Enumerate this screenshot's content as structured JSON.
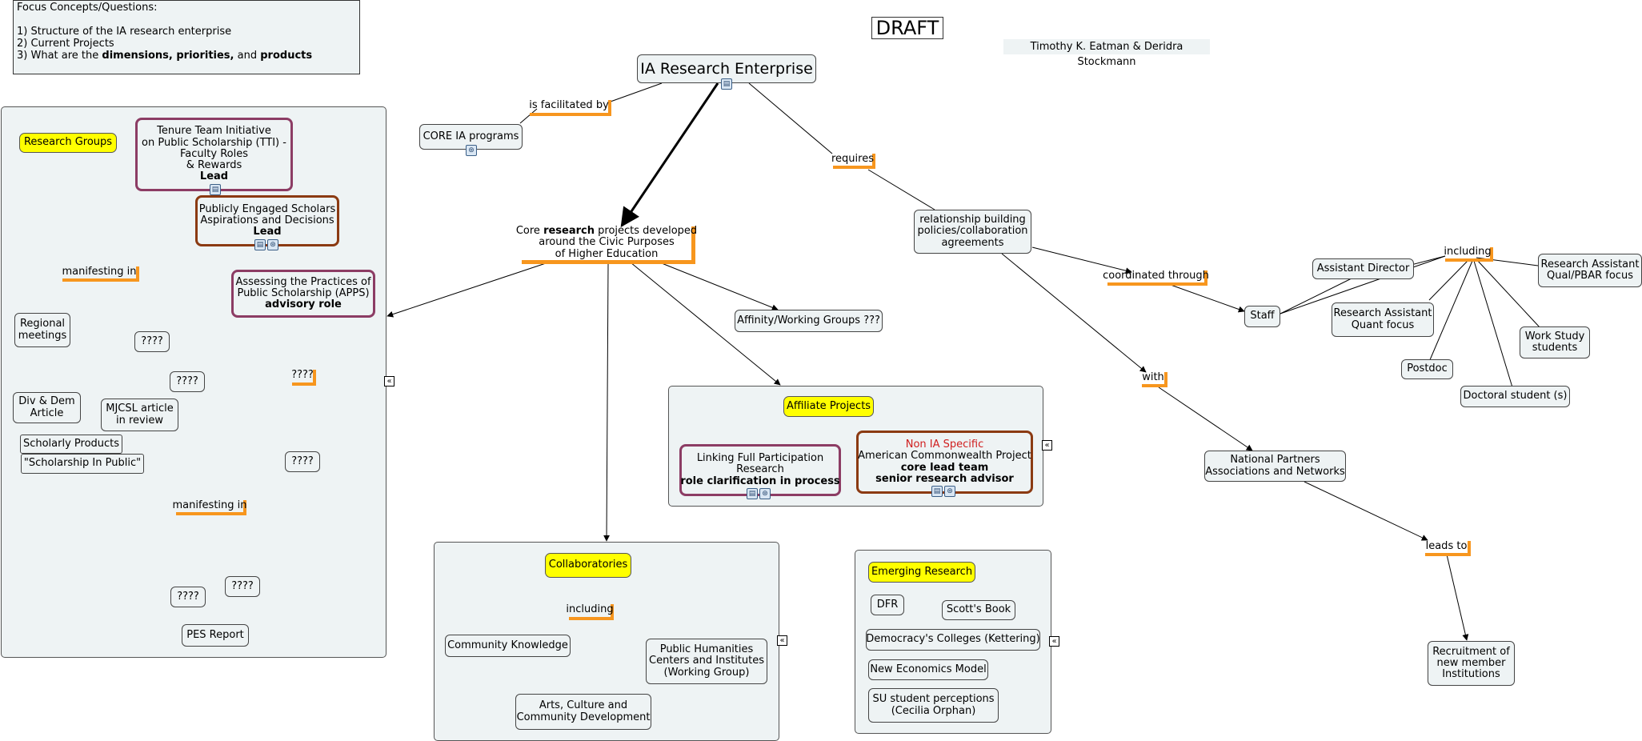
{
  "header": {
    "focus_title": "Focus Concepts/Questions:",
    "focus_q1": "1) Structure of the IA research enterprise",
    "focus_q2": "2) Current Projects",
    "focus_q3_pre": "3) What are the ",
    "focus_q3_b1": "dimensions, priorities,",
    "focus_q3_mid": " and ",
    "focus_q3_b2": "products",
    "draft": "DRAFT",
    "authors": "Timothy K. Eatman & Deridra Stockmann"
  },
  "central": {
    "root": "IA Research Enterprise",
    "facilitated": "is facilitated by",
    "core_programs": "CORE IA programs",
    "core_research_pre": "Core ",
    "core_research_b": "research",
    "core_research_post": " projects developed",
    "core_research_l2": "around the Civic Purposes",
    "core_research_l3": "of Higher Education",
    "affinity": "Affinity/Working Groups ???",
    "requires": "requires",
    "relationship_l1": "relationship building",
    "relationship_l2": "policies/collaboration",
    "relationship_l3": "agreements"
  },
  "research_groups": {
    "title": "Research Groups",
    "tti_l1": "Tenure Team Initiative",
    "tti_l2": "on Public Scholarship (TTI) -",
    "tti_l3": "Faculty Roles",
    "tti_l4": "& Rewards",
    "tti_l5": "Lead",
    "pes_l1": "Publicly Engaged Scholars",
    "pes_l2": "Aspirations and Decisions",
    "pes_l3": "Lead",
    "apps_l1": "Assessing the Practices of",
    "apps_l2": "Public Scholarship (APPS)",
    "apps_l3": "advisory role",
    "manifesting1": "manifesting in",
    "regional_l1": "Regional",
    "regional_l2": "meetings",
    "q_a": "????",
    "q_b": "????",
    "divdem_l1": "Div & Dem",
    "divdem_l2": "Article",
    "mjcsl_l1": "MJCSL article",
    "mjcsl_l2": "in review",
    "scholarly": "Scholarly Products",
    "scholarship": "\"Scholarship In Public\"",
    "q_link": "????",
    "q_c": "????",
    "manifesting2": "manifesting in",
    "q_d": "????",
    "q_e": "????",
    "pes_report": "PES Report"
  },
  "affiliate": {
    "title": "Affiliate Projects",
    "linking_l1": "Linking Full Participation",
    "linking_l2": "Research",
    "linking_l3": "role clarification in process",
    "acp_l1": "Non IA Specific",
    "acp_l2": "American Commonwealth Project",
    "acp_l3": "core lead team",
    "acp_l4": "senior research advisor"
  },
  "collaboratories": {
    "title": "Collaboratories",
    "including": "including",
    "community": "Community Knowledge",
    "humanities_l1": "Public Humanities",
    "humanities_l2": "Centers and Institutes",
    "humanities_l3": "(Working Group)",
    "arts_l1": "Arts, Culture and",
    "arts_l2": "Community Development"
  },
  "emerging": {
    "title": "Emerging Research",
    "dfr": "DFR",
    "scotts": "Scott's Book",
    "democracy": "Democracy's Colleges (Kettering)",
    "economics": "New Economics Model",
    "su_l1": "SU student perceptions",
    "su_l2": "(Cecilia Orphan)"
  },
  "network": {
    "coordinated": "coordinated through",
    "staff": "Staff",
    "including": "including",
    "asst_director": "Assistant Director",
    "ra_qual_l1": "Research Assistant",
    "ra_qual_l2": "Qual/PBAR focus",
    "ra_quant_l1": "Research Assistant",
    "ra_quant_l2": "Quant focus",
    "work_study_l1": "Work Study",
    "work_study_l2": "students",
    "postdoc": "Postdoc",
    "doctoral": "Doctoral student (s)",
    "with": "with",
    "partners_l1": "National Partners",
    "partners_l2": "Associations and Networks",
    "leads_to": "leads to",
    "recruit_l1": "Recruitment of",
    "recruit_l2": "new member",
    "recruit_l3": "Institutions"
  },
  "icons": {
    "doc": "document-icon",
    "network": "concept-map-link-icon",
    "collapse": "collapse-icon"
  },
  "colors": {
    "node_fill": "#eef3f4",
    "highlight": "#ffff00",
    "link_label_accent": "#f7961e",
    "purple_border": "#8c3c64",
    "brown_border": "#8b3a12",
    "red_text": "#d01e1e"
  }
}
